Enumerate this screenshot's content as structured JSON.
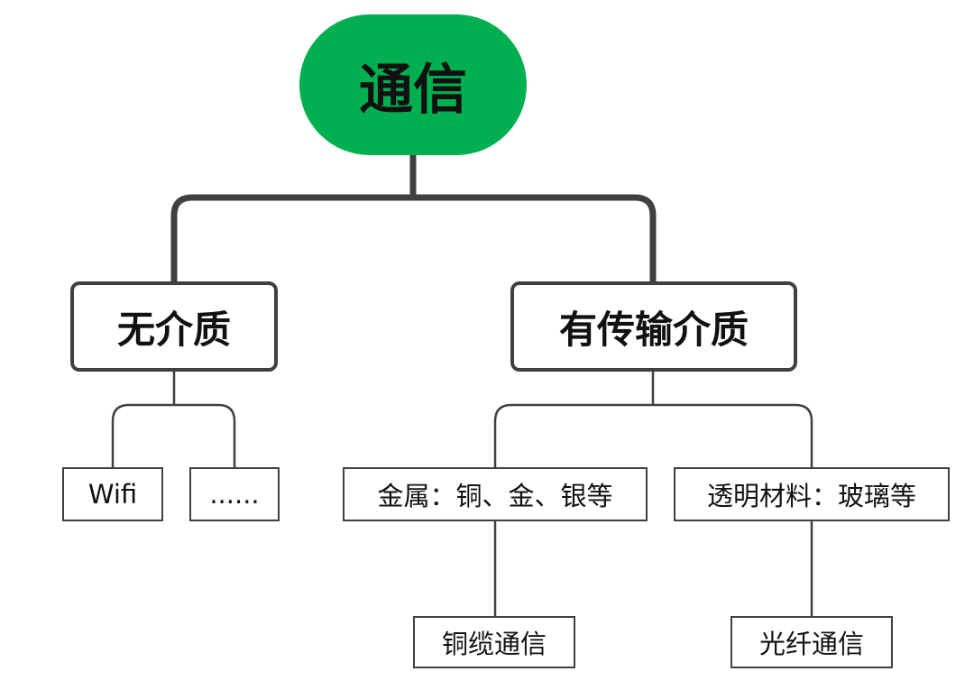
{
  "colors": {
    "root_fill": "#00b050",
    "connector": "#404040",
    "box_border": "#404040",
    "text": "#111111"
  },
  "root": {
    "label": "通信"
  },
  "branches": [
    {
      "label": "无介质",
      "children": [
        {
          "label": "Wifi"
        },
        {
          "label": "......"
        }
      ]
    },
    {
      "label": "有传输介质",
      "children": [
        {
          "label": "金属：铜、金、银等",
          "children": [
            {
              "label": "铜缆通信"
            }
          ]
        },
        {
          "label": "透明材料：玻璃等",
          "children": [
            {
              "label": "光纤通信"
            }
          ]
        }
      ]
    }
  ]
}
